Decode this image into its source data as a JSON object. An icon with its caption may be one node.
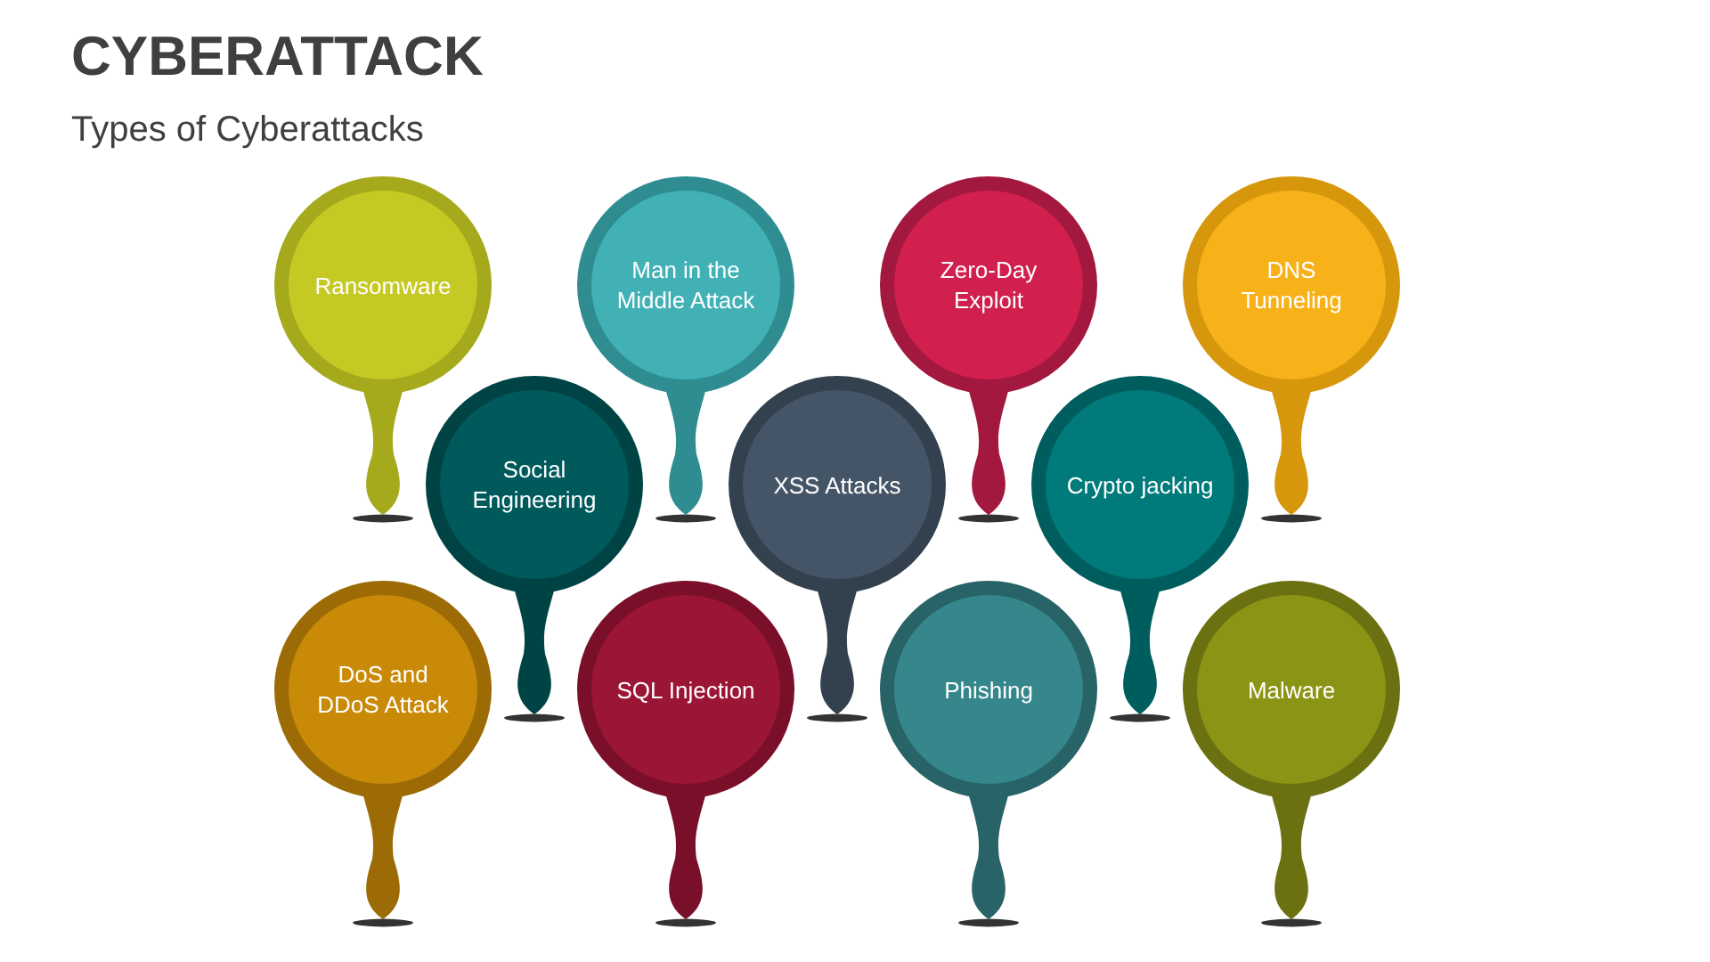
{
  "diagram": {
    "title": "CYBERATTACK",
    "nodes": [
      {
        "text": [
          "Ransomware"
        ]
      },
      {
        "text": [
          "Man in the Middle Attack"
        ]
      },
      {
        "text": [
          "Zero-Day Exploit"
        ]
      },
      {
        "text": [
          "DNS Tunneling"
        ]
      },
      {
        "text": [
          "Social Engineering"
        ]
      },
      {
        "text": [
          "XSS Attacks"
        ]
      },
      {
        "text": [
          "Crypto jacking"
        ]
      },
      {
        "text": [
          "DoS and DDoS Attack"
        ]
      },
      {
        "text": [
          "SQL Injection"
        ]
      },
      {
        "text": [
          "Phishing"
        ]
      },
      {
        "text": [
          "Malware"
        ]
      }
    ],
    "labels": [
      "Types of Cyberattacks"
    ]
  }
}
